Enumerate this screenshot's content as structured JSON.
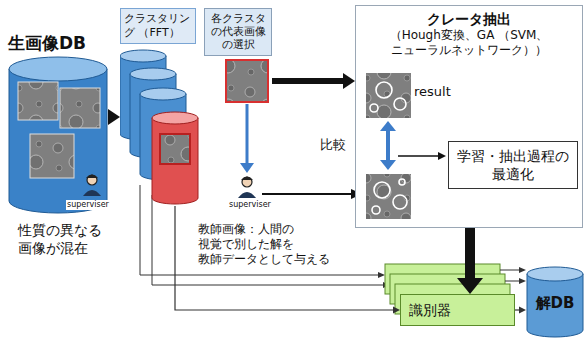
{
  "diagram": {
    "nodes": [
      {
        "text": [
          "生画像DB"
        ]
      },
      {
        "text": [
          "クラスタリング （FFT）"
        ]
      },
      {
        "text": [
          "各クラスタの代表画像の選択"
        ]
      },
      {
        "text": [
          "クレータ抽出",
          "（Hough変換、GA （SVM、ニューラルネットワーク））"
        ]
      },
      {
        "text": [
          "学習・抽出過程の最適化"
        ],
        "in": 3
      },
      {
        "text": [
          "識別器"
        ]
      },
      {
        "text": [
          "解DB"
        ]
      }
    ],
    "edges": [
      {
        "from": 0,
        "to": 1,
        "arrow": "to"
      },
      {
        "from": 2,
        "to": 3,
        "arrow": "to"
      },
      {
        "from": 3,
        "to": 5,
        "arrow": "to"
      },
      {
        "from": 1,
        "to": 5,
        "arrow": "to"
      },
      {
        "from": 5,
        "to": 6,
        "arrow": "to"
      }
    ],
    "labels": [
      "性質の異なる画像が混在",
      "superviser",
      "superviser",
      "result",
      "比較",
      "教師画像：人間の 視覚で別した解を 教師データとして与える"
    ]
  }
}
